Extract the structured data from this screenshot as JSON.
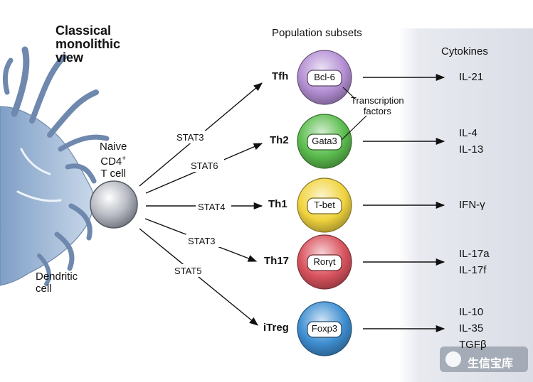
{
  "title": "Classical\nmonolithic\nview",
  "population_title": "Population subsets",
  "cytokines_title": "Cytokines",
  "naive_cell": {
    "line1": "Naive",
    "line2": "CD4",
    "line2_sup": "+",
    "line3": "T cell"
  },
  "dendritic_cell": {
    "line1": "Dendritic",
    "line2": "cell"
  },
  "transcription_note": {
    "line1": "Transcription",
    "line2": "factors"
  },
  "subsets": [
    {
      "name": "Tfh",
      "signal": "STAT3",
      "factor": "Bcl-6",
      "color": "#b48fd4",
      "cytokines": [
        "IL-21"
      ]
    },
    {
      "name": "Th2",
      "signal": "STAT6",
      "factor": "Gata3",
      "color": "#5cbd4f",
      "cytokines": [
        "IL-4",
        "IL-13"
      ]
    },
    {
      "name": "Th1",
      "signal": "STAT4",
      "factor": "T-bet",
      "color": "#f1d43f",
      "cytokines": [
        "IFN-γ"
      ]
    },
    {
      "name": "Th17",
      "signal": "STAT3",
      "factor": "Rorγt",
      "color": "#d9535e",
      "cytokines": [
        "IL-17a",
        "IL-17f"
      ]
    },
    {
      "name": "iTreg",
      "signal": "STAT5",
      "factor": "Foxp3",
      "color": "#3f8fd2",
      "cytokines": [
        "IL-10",
        "IL-35",
        "TGFβ"
      ]
    }
  ],
  "watermark": "生信宝库"
}
